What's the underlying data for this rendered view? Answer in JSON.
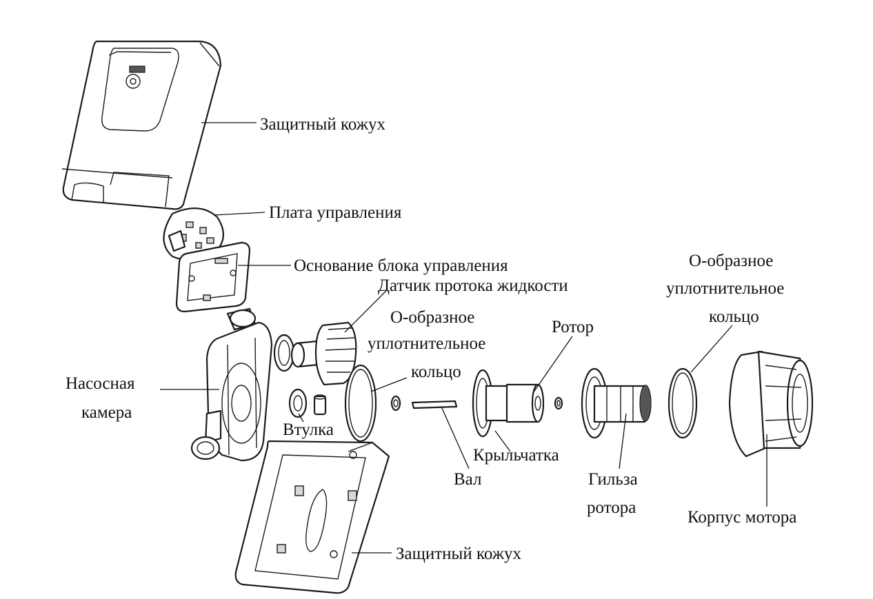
{
  "labels": {
    "cover_top": "Защитный кожух",
    "control_board": "Плата управления",
    "control_base": "Основание блока управления",
    "flow_sensor": "Датчик протока жидкости",
    "oring_mid": [
      "О-образное",
      "уплотнительное",
      "кольцо"
    ],
    "rotor": "Ротор",
    "oring_right": [
      "О-образное",
      "уплотнительное",
      "кольцо"
    ],
    "pump_chamber": [
      "Насосная",
      "камера"
    ],
    "bushing": "Втулка",
    "impeller": "Крыльчатка",
    "shaft": "Вал",
    "rotor_sleeve": [
      "Гильза",
      "ротора"
    ],
    "motor_housing": "Корпус мотора",
    "cover_bottom": "Защитный кожух"
  }
}
